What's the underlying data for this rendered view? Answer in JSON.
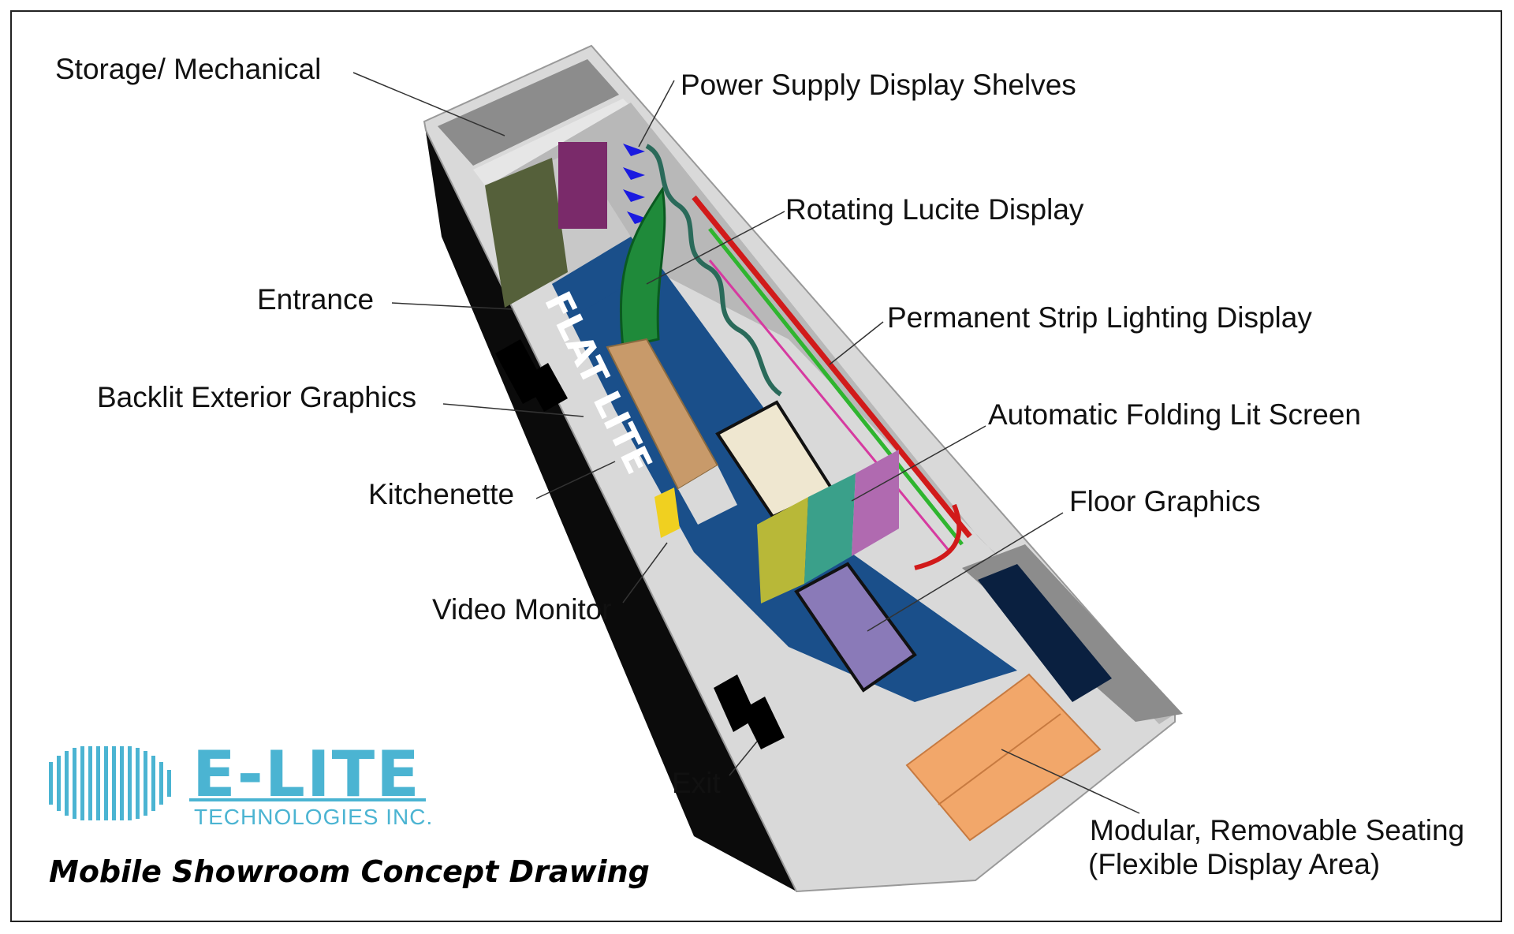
{
  "labels": {
    "storage": "Storage/ Mechanical",
    "power_supply": "Power Supply Display Shelves",
    "rotating": "Rotating Lucite Display",
    "entrance": "Entrance",
    "strip_lighting": "Permanent Strip Lighting Display",
    "backlit": "Backlit Exterior Graphics",
    "folding_screen": "Automatic Folding Lit Screen",
    "kitchenette": "Kitchenette",
    "floor_graphics": "Floor Graphics",
    "video_monitor": "Video Monitor",
    "exit": "Exit",
    "seating_line1": "Modular, Removable Seating",
    "seating_line2": "(Flexible Display Area)"
  },
  "logo": {
    "name": "E-LITE",
    "subtitle": "TECHNOLOGIES INC."
  },
  "trailer_side_text": "FLAT LITE",
  "caption": "Mobile Showroom Concept Drawing",
  "colors": {
    "floor": "#1a4f8a",
    "walls": "#c8c8c8",
    "exterior": "#0a0a0a",
    "logo": "#4bb4d2",
    "seating": "#f2a76a",
    "lucite": "#1f8a3a",
    "strip_red": "#d11a1a",
    "strip_green": "#2fb52f",
    "shelves": "#1a1ae0"
  }
}
